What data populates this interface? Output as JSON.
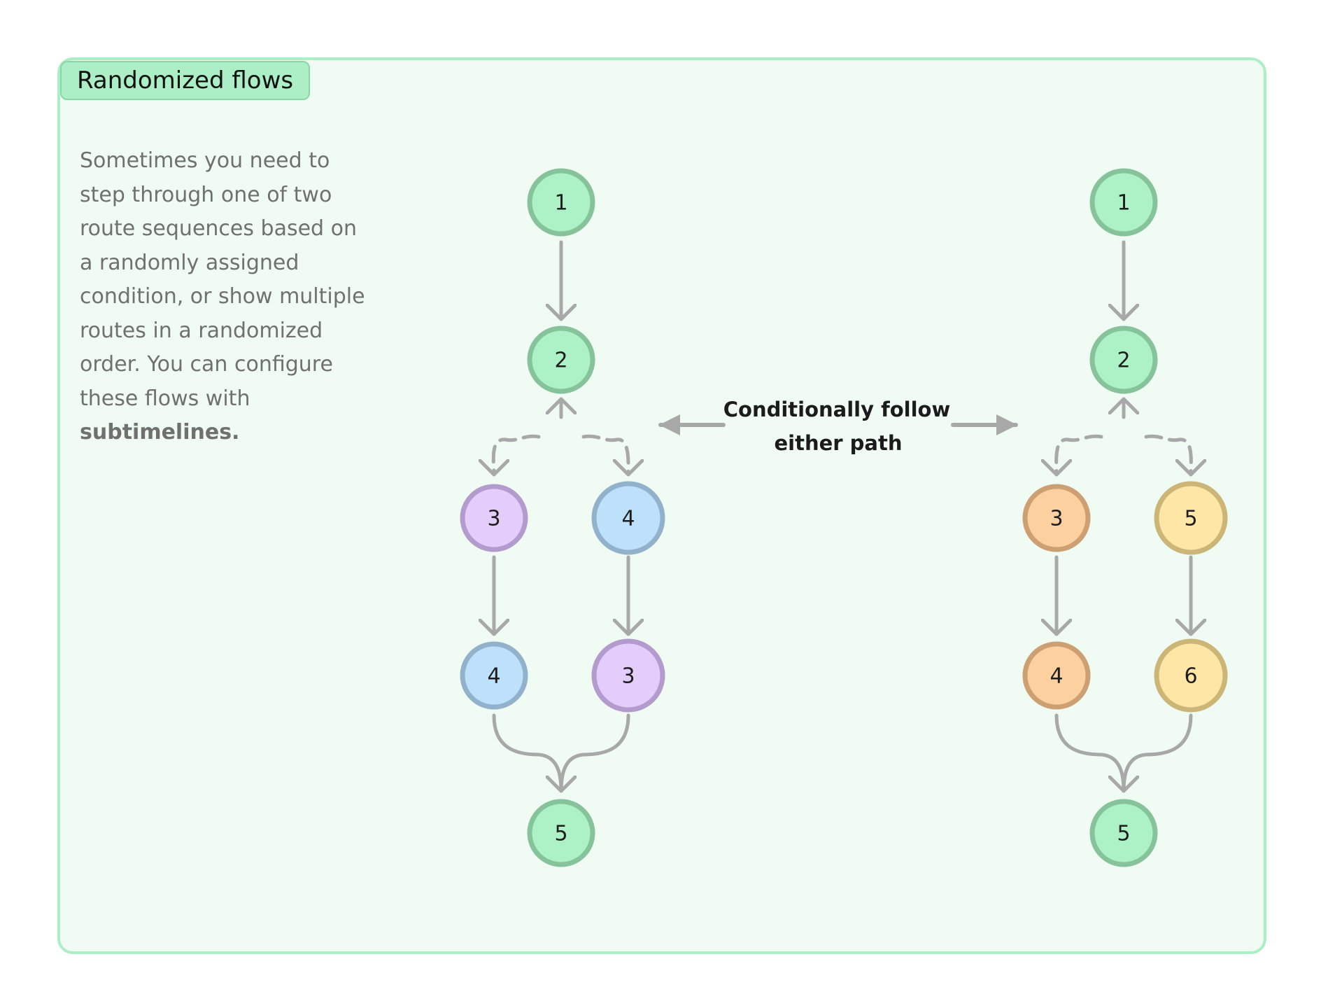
{
  "title": "Randomized flows",
  "description": {
    "text": "Sometimes you need to step through one of two route sequences based on a randomly assigned condition, or show multiple routes in a randomized order. You can configure these flows with ",
    "emphasis": "subtimelines."
  },
  "callout": {
    "line1": "Conditionally follow",
    "line2": "either path"
  },
  "colors": {
    "panel_bg": "#f0fbf3",
    "panel_border": "#acefc6",
    "green_fill": "#acf2c6",
    "green_stroke": "#87c39a",
    "purple_fill": "#e4cdfb",
    "purple_stroke": "#b39ccd",
    "blue_fill": "#bde1fb",
    "blue_stroke": "#92b2cc",
    "orange_fill": "#fcd19f",
    "orange_stroke": "#cda074",
    "yellow_fill": "#fde6a6",
    "yellow_stroke": "#cbb677",
    "arrow": "#a8a8a8"
  },
  "flows": [
    {
      "name": "left",
      "nodes": [
        {
          "label": "1",
          "color": "green"
        },
        {
          "label": "2",
          "color": "green"
        },
        {
          "label": "3",
          "color": "purple"
        },
        {
          "label": "4",
          "color": "blue"
        },
        {
          "label": "4",
          "color": "blue"
        },
        {
          "label": "3",
          "color": "purple"
        },
        {
          "label": "5",
          "color": "green"
        }
      ]
    },
    {
      "name": "right",
      "nodes": [
        {
          "label": "1",
          "color": "green"
        },
        {
          "label": "2",
          "color": "green"
        },
        {
          "label": "3",
          "color": "orange"
        },
        {
          "label": "5",
          "color": "yellow"
        },
        {
          "label": "4",
          "color": "orange"
        },
        {
          "label": "6",
          "color": "yellow"
        },
        {
          "label": "5",
          "color": "green"
        }
      ]
    }
  ]
}
